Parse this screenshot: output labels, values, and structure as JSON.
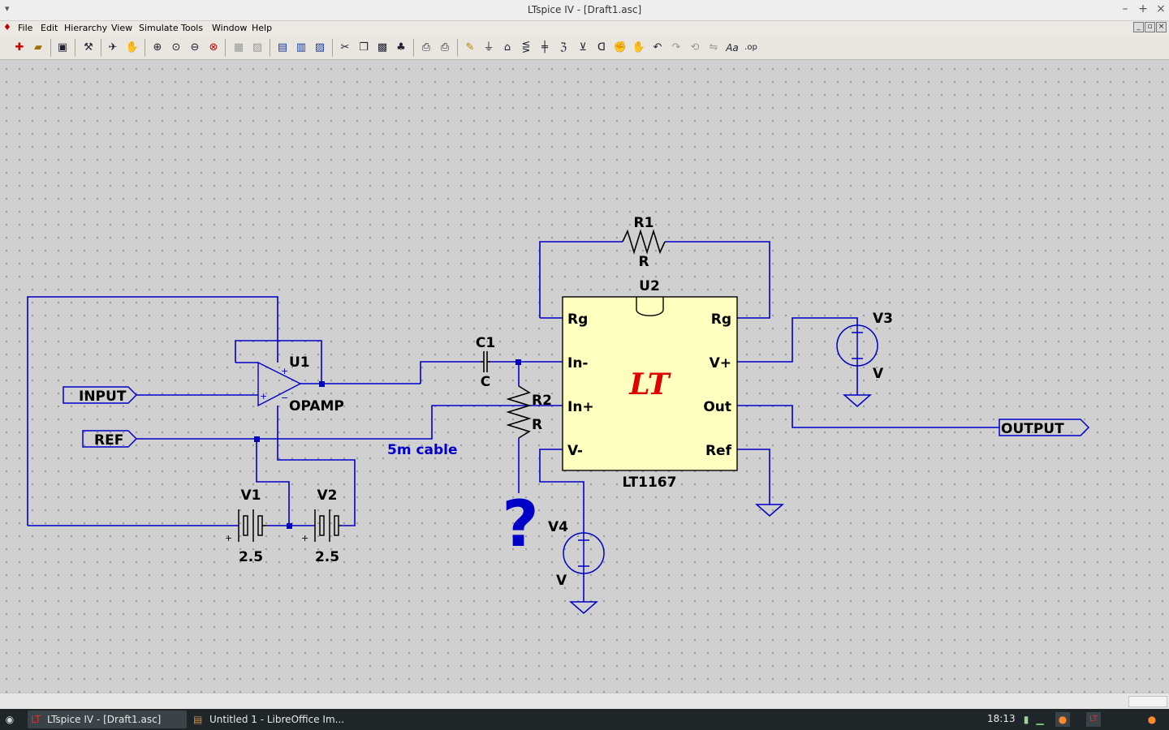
{
  "window": {
    "title": "LTspice IV - [Draft1.asc]"
  },
  "menu": [
    "File",
    "Edit",
    "Hierarchy",
    "View",
    "Simulate",
    "Tools",
    "Window",
    "Help"
  ],
  "toolbar_icons": [
    "new-schematic-icon",
    "open-icon",
    "save-icon",
    "control-panel-icon",
    "run-icon",
    "halt-icon",
    "zoom-in-icon",
    "zoom-pan-icon",
    "zoom-out-icon",
    "zoom-fit-icon",
    "autoscale-icon",
    "tile-icon",
    "cascade-icon",
    "close-icon",
    "cut-icon",
    "copy-icon",
    "paste-icon",
    "find-icon",
    "print-setup-icon",
    "print-icon",
    "wire-icon",
    "ground-icon",
    "label-net-icon",
    "resistor-icon",
    "capacitor-icon",
    "inductor-icon",
    "diode-icon",
    "component-icon",
    "move-icon",
    "drag-icon",
    "undo-icon",
    "redo-icon",
    "rotate-icon",
    "mirror-icon",
    "text-icon",
    "spice-directive-icon"
  ],
  "schematic": {
    "r1_name": "R1",
    "r1_value": "R",
    "u2_name": "U2",
    "u2_part": "LT1167",
    "u2_pins": {
      "rg_left": "Rg",
      "rg_right": "Rg",
      "in_minus": "In-",
      "in_plus": "In+",
      "v_minus": "V-",
      "v_plus": "V+",
      "out": "Out",
      "ref": "Ref"
    },
    "c1_name": "C1",
    "c1_value": "C",
    "r2_name": "R2",
    "r2_value": "R",
    "u1_name": "U1",
    "u1_part": "OPAMP",
    "v1_name": "V1",
    "v1_value": "2.5",
    "v2_name": "V2",
    "v2_value": "2.5",
    "v3_name": "V3",
    "v3_value": "V",
    "v4_name": "V4",
    "v4_value": "V",
    "net_input": "INPUT",
    "net_ref": "REF",
    "net_output": "OUTPUT",
    "comment": "5m cable",
    "question": "?",
    "colors": {
      "wire": "#0000c8",
      "component": "#000000",
      "ic_fill": "#ffffc0",
      "comment": "#0000c8",
      "logo": "#e00000"
    }
  },
  "taskbar": {
    "tasks": [
      {
        "label": "LTspice IV - [Draft1.asc]"
      },
      {
        "label": "Untitled 1 - LibreOffice Im..."
      }
    ],
    "clock": "18:13"
  }
}
